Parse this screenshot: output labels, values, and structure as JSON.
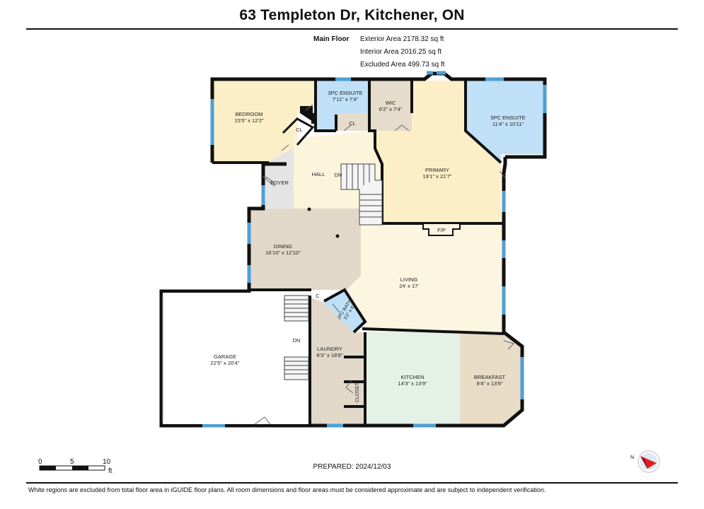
{
  "header": {
    "title": "63 Templeton Dr, Kitchener, ON"
  },
  "areas": {
    "floor_label": "Main Floor",
    "exterior": "Exterior Area 2178.32 sq ft",
    "interior": "Interior Area 2016.25 sq ft",
    "excluded": "Excluded Area 499.73 sq ft"
  },
  "rooms": {
    "bedroom": {
      "name": "BEDROOM",
      "dims": "15'5\" x 12'2\""
    },
    "ensuite3": {
      "name": "3PC ENSUITE",
      "dims": "7'11\" x 7'4\""
    },
    "wic": {
      "name": "WIC",
      "dims": "6'2\" x 7'4\""
    },
    "ensuite5": {
      "name": "5PC ENSUITE",
      "dims": "11'4\" x 10'11\""
    },
    "primary": {
      "name": "PRIMARY",
      "dims": "19'1\" x 21'7\""
    },
    "hall": {
      "name": "HALL"
    },
    "foyer": {
      "name": "FOYER"
    },
    "dining": {
      "name": "DINING",
      "dims": "16'10\" x 12'10\""
    },
    "living": {
      "name": "LIVING",
      "dims": "24' x 17'"
    },
    "bath2": {
      "name": "2PC BATH",
      "dims": "3'2\" x 6'"
    },
    "garage": {
      "name": "GARAGE",
      "dims": "22'5\" x 20'4\""
    },
    "laundry": {
      "name": "LAUNDRY",
      "dims": "8'3\" x 18'8\""
    },
    "kitchen": {
      "name": "KITCHEN",
      "dims": "14'3\" x 13'9\""
    },
    "breakfast": {
      "name": "BREAKFAST",
      "dims": "9'4\" x 13'9\""
    }
  },
  "labels": {
    "cl": "CL",
    "c": "C",
    "dn": "DN",
    "fp": "F/P",
    "closet": "CLOSET"
  },
  "scale": {
    "t0": "0",
    "t5": "5",
    "t10": "10",
    "unit": "ft"
  },
  "compass": {
    "north": "N"
  },
  "prepared": "PREPARED: 2024/12/03",
  "footer": "White regions are excluded from total floor area in iGUIDE floor plans. All room dimensions and floor areas must be considered approximate and are subject to independent verification.",
  "colors": {
    "bedroom": "#fbefc8",
    "bath": "#bfe0f6",
    "primary": "#fcefc8",
    "hall": "#fcf5dc",
    "foyer": "#e4e4e4",
    "dining": "#e2d8c9",
    "living": "#fcf6e0",
    "laundry": "#e2d8c9",
    "kitchen": "#e3f1e6",
    "breakfast": "#e9dcc6",
    "wic": "#e6dccb",
    "wall": "#111111",
    "window": "#4f9fd6"
  }
}
